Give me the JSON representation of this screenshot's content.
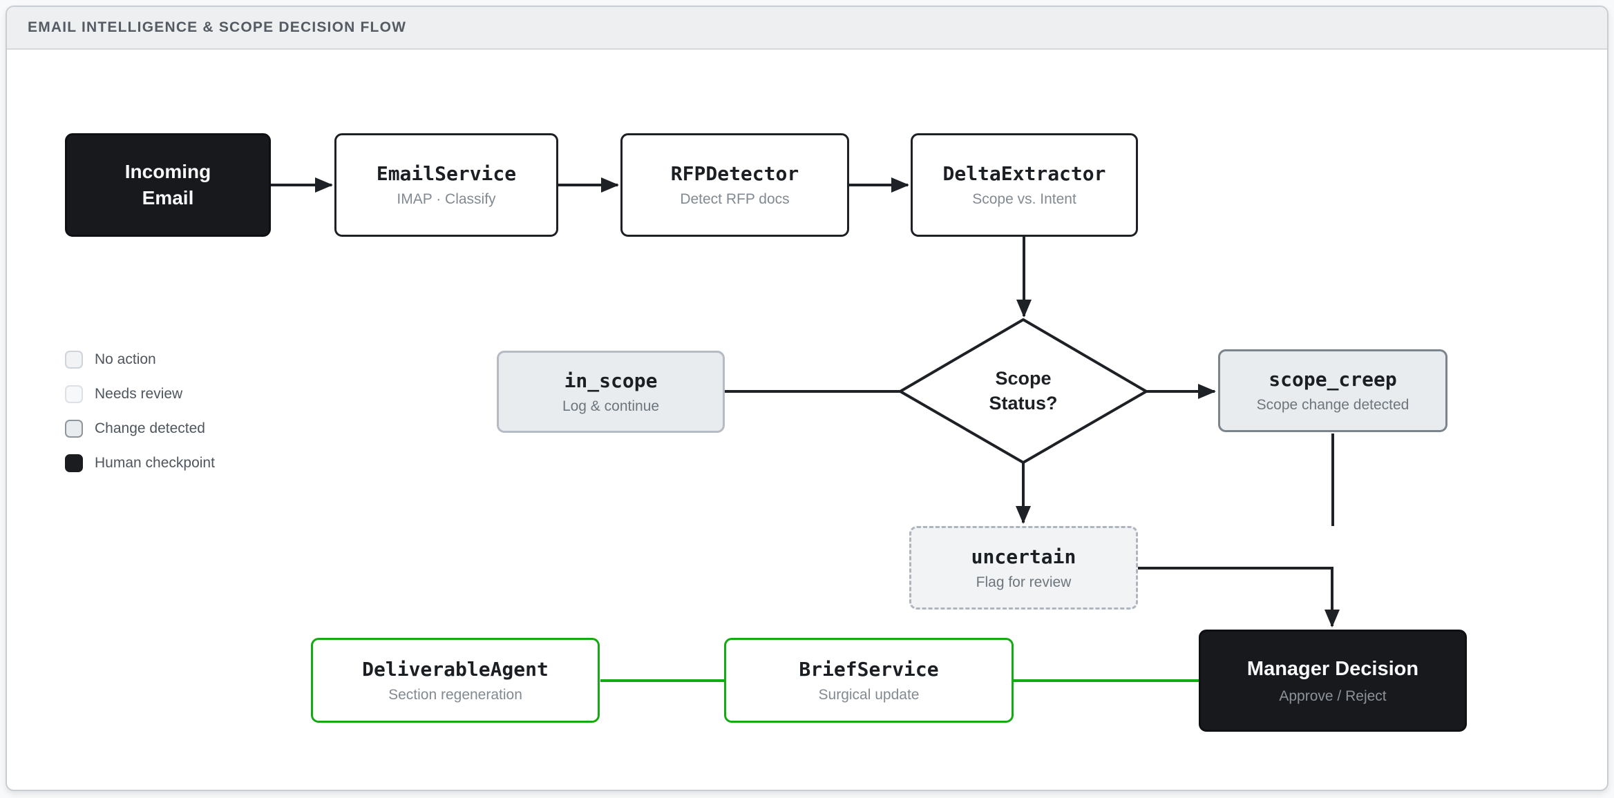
{
  "header": {
    "title": "EMAIL INTELLIGENCE & SCOPE DECISION FLOW"
  },
  "nodes": {
    "incoming_email": {
      "title": "Incoming\nEmail"
    },
    "email_service": {
      "title": "EmailService",
      "subtitle": "IMAP · Classify"
    },
    "rfp_detector": {
      "title": "RFPDetector",
      "subtitle": "Detect RFP docs"
    },
    "delta_extractor": {
      "title": "DeltaExtractor",
      "subtitle": "Scope vs. Intent"
    },
    "scope_status": {
      "title": "Scope\nStatus?"
    },
    "in_scope": {
      "title": "in_scope",
      "subtitle": "Log & continue"
    },
    "scope_creep": {
      "title": "scope_creep",
      "subtitle": "Scope change detected"
    },
    "uncertain": {
      "title": "uncertain",
      "subtitle": "Flag for review"
    },
    "manager_decision": {
      "title": "Manager Decision",
      "subtitle": "Approve / Reject"
    },
    "brief_service": {
      "title": "BriefService",
      "subtitle": "Surgical update"
    },
    "deliverable_agent": {
      "title": "DeliverableAgent",
      "subtitle": "Section regeneration"
    }
  },
  "legend": {
    "items": [
      {
        "label": "No action",
        "swatch": "light"
      },
      {
        "label": "Needs review",
        "swatch": "lighter"
      },
      {
        "label": "Change detected",
        "swatch": "gray"
      },
      {
        "label": "Human checkpoint",
        "swatch": "black"
      }
    ]
  },
  "colors": {
    "accent_green": "#14aa14",
    "node_black": "#17191d",
    "connector_line": "#1e2226",
    "gray_node_fill": "#e9ecef",
    "header_bg": "#edeff1"
  }
}
